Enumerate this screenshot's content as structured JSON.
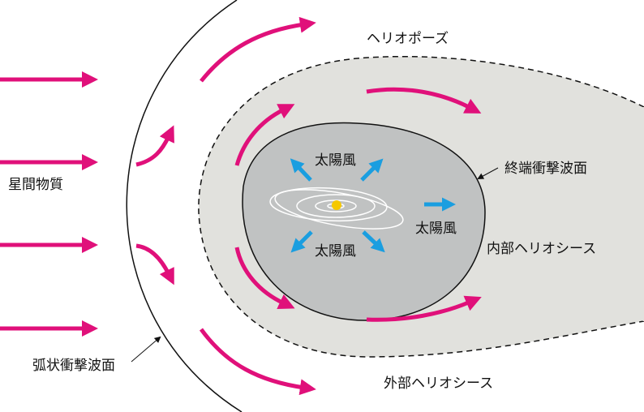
{
  "labels": {
    "heliopause": "ヘリオポーズ",
    "interstellar_medium": "星間物質",
    "solar_wind_top": "太陽風",
    "solar_wind_bottom": "太陽風",
    "solar_wind_right": "太陽風",
    "termination_shock": "終端衝撃波面",
    "inner_heliosheath": "内部ヘリオシース",
    "outer_heliosheath": "外部ヘリオシース",
    "bow_shock": "弧状衝撃波面"
  },
  "colors": {
    "flow_arrow": "#e0107a",
    "solar_wind_arrow": "#1a9ee0",
    "outer_region": "#e1e1dd",
    "inner_region": "#c0c2c2",
    "sun": "#f5c800"
  }
}
